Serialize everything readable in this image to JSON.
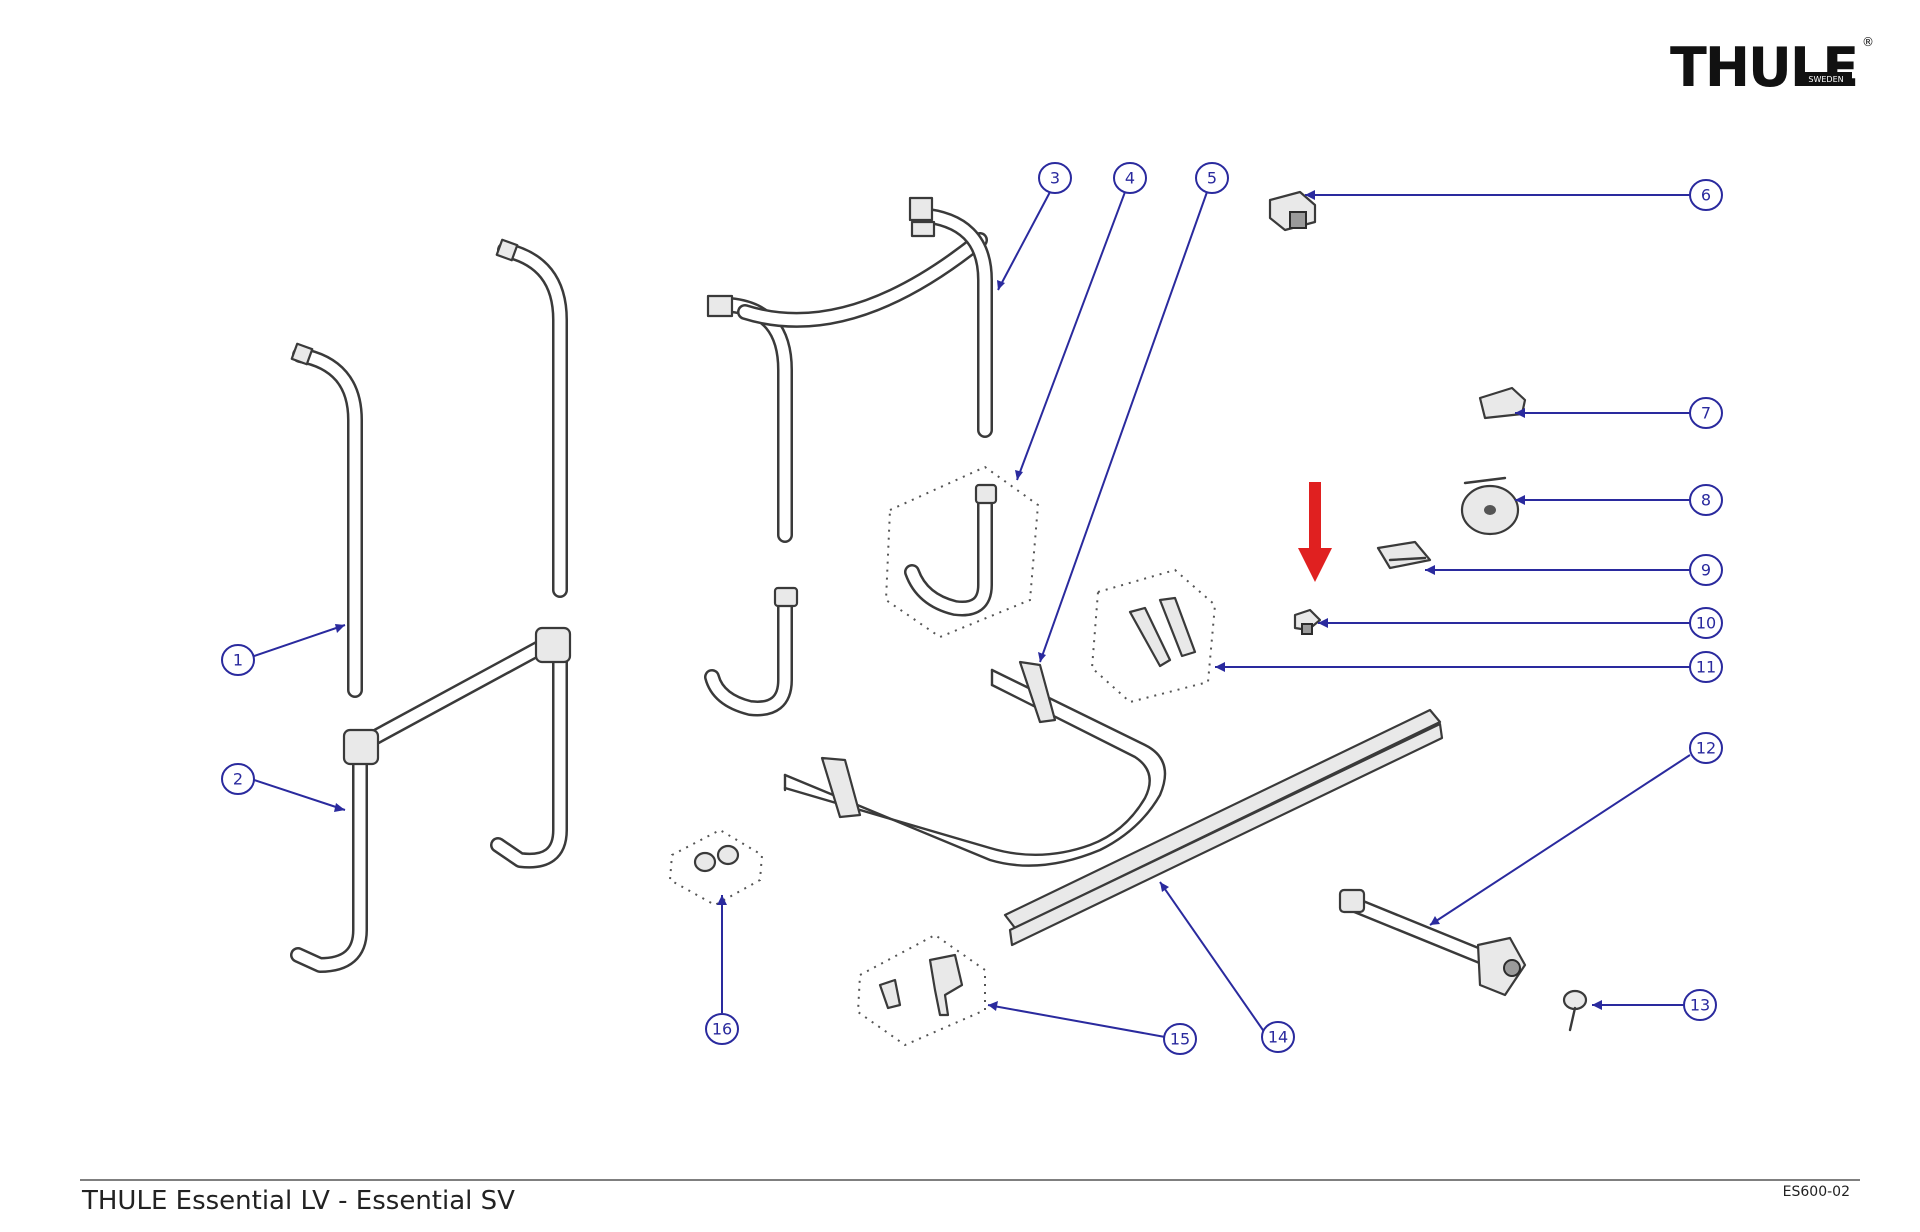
{
  "logo": {
    "text": "THULE",
    "subtext": "SWEDEN",
    "mark": "®"
  },
  "footer": {
    "title": "THULE Essential LV - Essential SV",
    "code": "ES600-02"
  },
  "callouts": [
    "1",
    "2",
    "3",
    "4",
    "5",
    "6",
    "7",
    "8",
    "9",
    "10",
    "11",
    "12",
    "13",
    "14",
    "15",
    "16"
  ],
  "colors": {
    "leader": "#2a2a9e",
    "highlight_arrow": "#e02020",
    "line": "#3a3a3a"
  },
  "highlight": {
    "icon": "red-down-arrow",
    "points_to_callout": "10"
  }
}
